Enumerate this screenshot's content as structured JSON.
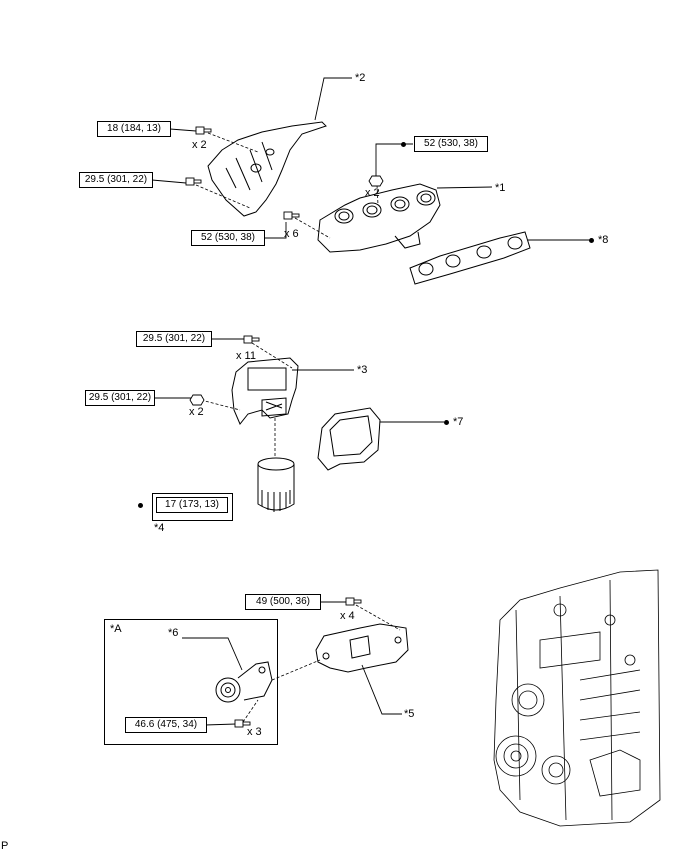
{
  "torques": {
    "t1": "18 (184, 13)",
    "t2": "29.5 (301, 22)",
    "t3": "52 (530, 38)",
    "t4": "52 (530, 38)",
    "t5": "29.5 (301, 22)",
    "t6": "29.5 (301, 22)",
    "t7": "17 (173, 13)",
    "t8": "49 (500, 36)",
    "t9": "46.6 (475, 34)"
  },
  "quantities": {
    "q1": "x 2",
    "q2": "x 2",
    "q3": "x 6",
    "q4": "x 11",
    "q5": "x 2",
    "q6": "x 4",
    "q7": "x 3"
  },
  "callouts": {
    "c1": "*1",
    "c2": "*2",
    "c3": "*3",
    "c4": "*4",
    "c5": "*5",
    "c6": "*6",
    "c7": "*7",
    "c8": "*8",
    "a": "*A"
  },
  "corner_mark": "P"
}
